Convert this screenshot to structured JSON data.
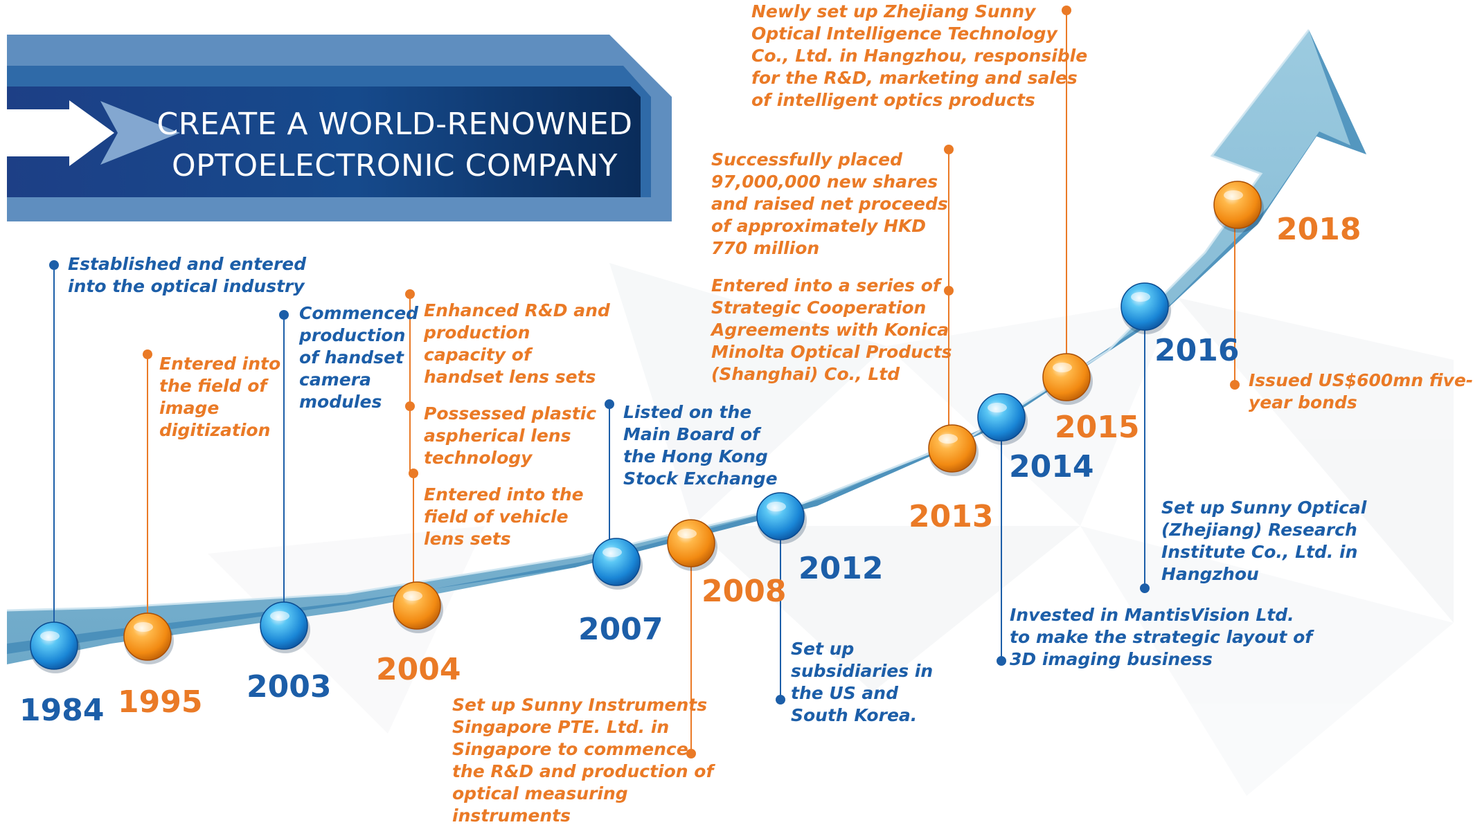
{
  "banner": {
    "line1": "CREATE A WORLD-RENOWNED",
    "line2": "OPTOELECTRONIC COMPANY"
  },
  "colors": {
    "blue": "#1c5ea8",
    "orange": "#ea7a26",
    "band_dark": "#4a8fb5",
    "band_light": "#8fc0d8",
    "banner_dark": "#0f3d7a"
  },
  "years": {
    "y1984": "1984",
    "y1995": "1995",
    "y2003": "2003",
    "y2004": "2004",
    "y2007": "2007",
    "y2008": "2008",
    "y2012": "2012",
    "y2013": "2013",
    "y2014": "2014",
    "y2015": "2015",
    "y2016": "2016",
    "y2018": "2018"
  },
  "events": {
    "e1984": [
      "Established and entered",
      "into the optical industry"
    ],
    "e1995": [
      "Entered into",
      "the field of",
      "image",
      "digitization"
    ],
    "e2003": [
      "Commenced",
      "production",
      "of handset",
      "camera",
      "modules"
    ],
    "e2004a": [
      "Enhanced R&D and",
      "production",
      "capacity of",
      "handset lens sets"
    ],
    "e2004b": [
      "Possessed plastic",
      "aspherical lens",
      "technology"
    ],
    "e2004c": [
      "Entered into the",
      "field of vehicle",
      "lens sets"
    ],
    "e2007": [
      "Listed on the",
      "Main Board of",
      "the Hong Kong",
      "Stock Exchange"
    ],
    "e2008": [
      "Set up Sunny Instruments",
      "Singapore PTE. Ltd. in",
      "Singapore to commence",
      "the R&D and production of",
      "optical measuring",
      "instruments"
    ],
    "e2012": [
      "Set up",
      "subsidiaries in",
      "the US and",
      "South Korea."
    ],
    "e2013a": [
      "Successfully placed",
      "97,000,000 new shares",
      "and raised net proceeds",
      "of approximately  HKD",
      "770 million"
    ],
    "e2013b": [
      "Entered into a series of",
      "Strategic Cooperation",
      "Agreements with Konica",
      "Minolta Optical Products",
      "(Shanghai) Co., Ltd"
    ],
    "e2014": [
      "Invested in MantisVision  Ltd.",
      "to make the strategic layout of",
      "3D imaging business"
    ],
    "e2015": [
      "Newly set up Zhejiang Sunny",
      "Optical Intelligence Technology",
      "Co., Ltd. in Hangzhou, responsible",
      "for the R&D, marketing and sales",
      "of intelligent optics products"
    ],
    "e2016": [
      "Set up Sunny Optical",
      "(Zhejiang) Research",
      "Institute Co., Ltd. in",
      "Hangzhou"
    ],
    "e2018": [
      "Issued US$600mn five-",
      "year bonds"
    ]
  }
}
